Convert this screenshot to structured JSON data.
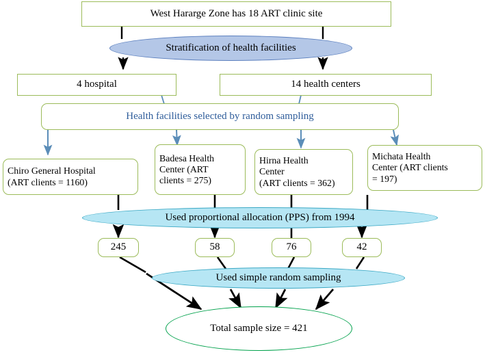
{
  "diagram": {
    "title": "Sampling procedure flowchart",
    "type": "flowchart",
    "colors": {
      "box_border_green": "#9bbb59",
      "ellipse_blue_fill": "#b4c7e7",
      "ellipse_blue_border": "#5b7fbe",
      "ellipse_cyan_fill": "#b6e6f4",
      "ellipse_cyan_border": "#3aa8c4",
      "ellipse_green_border": "#00a14b",
      "blue_text": "#2e5c9a",
      "arrow_black": "#000000",
      "arrow_blue": "#5b8db8"
    },
    "nodes": {
      "source_population": "West Hararge Zone has 18 ART clinic site",
      "stratification": "Stratification of health facilities",
      "hospitals_stratum": "4 hospital",
      "health_centers_stratum": "14 health centers",
      "random_sampling": "Health facilities selected by random sampling",
      "facilities": [
        {
          "name": "chiro-general-hospital",
          "line1": "Chiro General Hospital",
          "line2": "(ART clients = 1160)"
        },
        {
          "name": "badesa-health-center",
          "line1": "Badesa Health",
          "line2": "Center (ART",
          "line3": "clients = 275)"
        },
        {
          "name": "hirna-health-center",
          "line1": "Hirna Health",
          "line2": "Center",
          "line3": "(ART clients = 362)"
        },
        {
          "name": "michata-health-center",
          "line1": "Michata Health",
          "line2": "Center (ART clients",
          "line3": "= 197)"
        }
      ],
      "pps_allocation": "Used proportional allocation (PPS) from 1994",
      "allocations": [
        "245",
        "58",
        "76",
        "42"
      ],
      "simple_random_sampling": "Used simple random sampling",
      "total_sample": "Total sample size = 421"
    }
  }
}
